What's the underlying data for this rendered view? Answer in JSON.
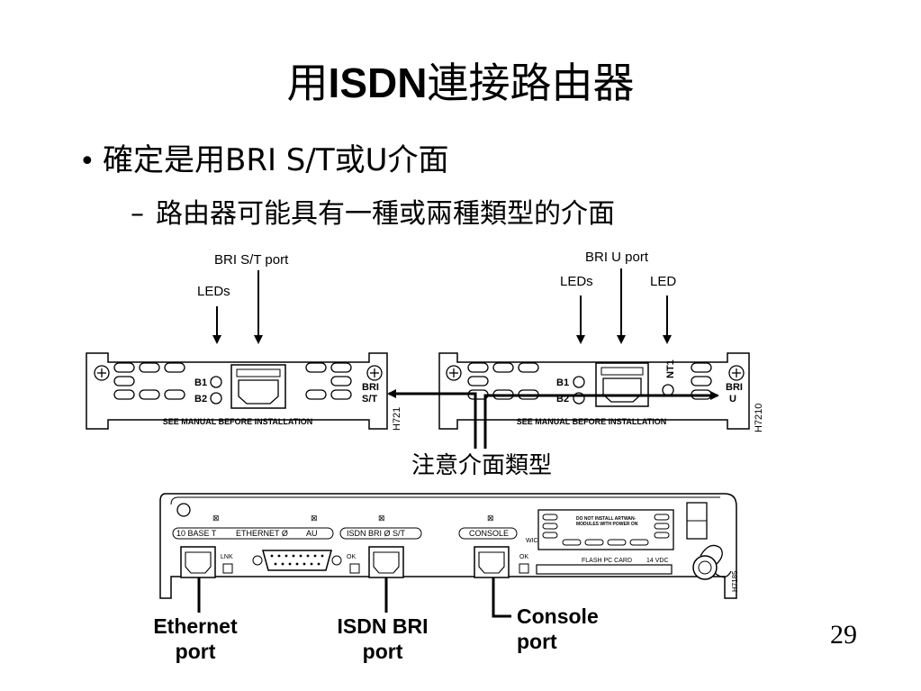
{
  "title": {
    "prefix": "用",
    "bold": "ISDN",
    "suffix": "連接路由器"
  },
  "bullet_main": "確定是用BRI S/T或U介面",
  "bullet_sub": "路由器可能具有一種或兩種類型的介面",
  "left_module": {
    "callout_port": "BRI S/T port",
    "callout_leds": "LEDs",
    "led1": "B1",
    "led2": "B2",
    "label_top": "BRI",
    "label_bottom": "S/T",
    "warning": "SEE MANUAL BEFORE INSTALLATION",
    "code": "H721"
  },
  "right_module": {
    "callout_port": "BRI U port",
    "callout_leds": "LEDs",
    "callout_led": "LED",
    "led1": "B1",
    "led2": "B2",
    "nt1": "NT1",
    "label_top": "BRI",
    "label_bottom": "U",
    "warning": "SEE MANUAL BEFORE INSTALLATION",
    "code": "H7210"
  },
  "note": "注意介面類型",
  "router": {
    "eth_label": "10 BASE T",
    "eth0": "ETHERNET Ø",
    "au": "AU",
    "isdn": "ISDN BRI Ø S/T",
    "console": "CONSOLE",
    "lnk": "LNK",
    "ok1": "OK",
    "ok2": "OK",
    "flash": "FLASH PC CARD",
    "vdc": "14 VDC",
    "wic": "WIC",
    "warn1": "DO NOT INSTALL ARTWAN-",
    "warn2": "MODULES WITH POWER ON",
    "code": "H7185"
  },
  "callouts": {
    "ethernet": [
      "Ethernet",
      "port"
    ],
    "isdn": [
      "ISDN BRI",
      "port"
    ],
    "console": [
      "Console",
      "port"
    ]
  },
  "page_number": "29"
}
